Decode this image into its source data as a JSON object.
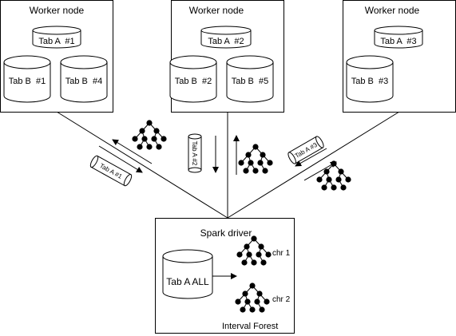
{
  "worker_nodes": [
    {
      "title": "Worker node",
      "tab_a": "Tab A  #1",
      "tab_b": [
        "Tab B  #1",
        "Tab B  #4"
      ]
    },
    {
      "title": "Worker node",
      "tab_a": "Tab A  #2",
      "tab_b": [
        "Tab B  #2",
        "Tab B  #5"
      ]
    },
    {
      "title": "Worker node",
      "tab_a": "Tab A  #3",
      "tab_b": [
        "Tab B  #3"
      ]
    }
  ],
  "transfer_labels": [
    "Tab A #1",
    "Tab A #2",
    "Tab A #3"
  ],
  "driver": {
    "title": "Spark driver",
    "table": "Tab A ALL",
    "forest_label": "Interval Forest",
    "tree_labels": [
      "chr 1",
      "chr 2"
    ]
  }
}
